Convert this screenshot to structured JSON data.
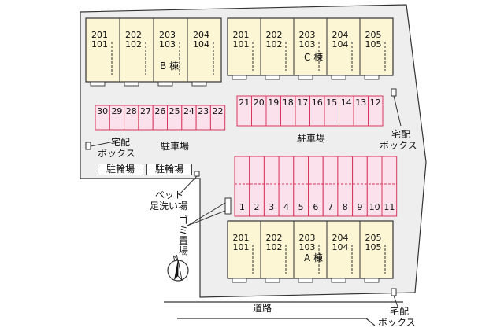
{
  "buildings": {
    "A": {
      "label": "A 棟",
      "units": [
        {
          "upper": "201",
          "lower": "101"
        },
        {
          "upper": "202",
          "lower": "102"
        },
        {
          "upper": "203",
          "lower": "103"
        },
        {
          "upper": "204",
          "lower": "104"
        },
        {
          "upper": "205",
          "lower": "105"
        }
      ]
    },
    "B": {
      "label": "B 棟",
      "units": [
        {
          "upper": "201",
          "lower": "101"
        },
        {
          "upper": "202",
          "lower": "102"
        },
        {
          "upper": "203",
          "lower": "103"
        },
        {
          "upper": "204",
          "lower": "104"
        }
      ]
    },
    "C": {
      "label": "C 棟",
      "units": [
        {
          "upper": "201",
          "lower": "101"
        },
        {
          "upper": "202",
          "lower": "102"
        },
        {
          "upper": "203",
          "lower": "103"
        },
        {
          "upper": "204",
          "lower": "104"
        },
        {
          "upper": "205",
          "lower": "105"
        }
      ]
    }
  },
  "parking": {
    "stalls_left_row": [
      "30",
      "29",
      "28",
      "27",
      "26",
      "25",
      "24",
      "23",
      "22"
    ],
    "stalls_right_row": [
      "21",
      "20",
      "19",
      "18",
      "17",
      "16",
      "15",
      "14",
      "13",
      "12"
    ],
    "stalls_bottom_row": [
      "1",
      "2",
      "3",
      "4",
      "5",
      "6",
      "7",
      "8",
      "9",
      "10",
      "11"
    ],
    "label_left": "駐車場",
    "label_right": "駐車場"
  },
  "bike_parking": [
    "駐輪場",
    "駐輪場"
  ],
  "delivery_box_label": [
    "宅配",
    "ボックス"
  ],
  "pet_wash_label": [
    "ペット",
    "足洗い場"
  ],
  "garbage_label": "ゴミ置場",
  "road_label": "道路",
  "north_label": "N",
  "colors": {
    "building_fill": "#fcf6d4",
    "stall_fill": "#fbe1eb",
    "stall_stroke": "#d8385e",
    "ground_fill": "#eeeeee",
    "line": "#333333"
  }
}
